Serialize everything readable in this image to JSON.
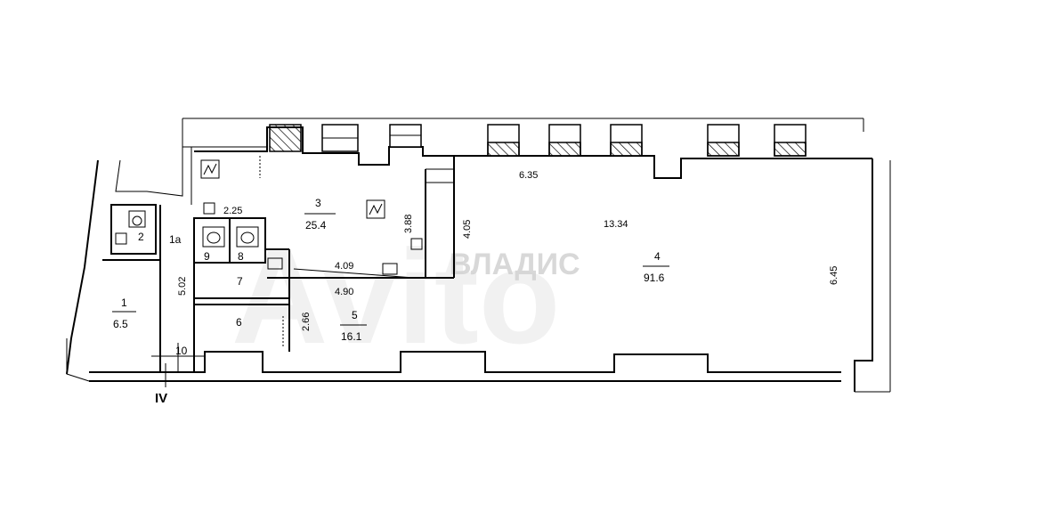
{
  "watermark": {
    "brand": "Avito",
    "agency": "ВЛАДИС"
  },
  "axis_label": "IV",
  "rooms": [
    {
      "id": "room-1",
      "number": "1",
      "area": "6.5"
    },
    {
      "id": "room-1a",
      "number": "1а"
    },
    {
      "id": "room-2",
      "number": "2"
    },
    {
      "id": "room-3",
      "number": "3",
      "area": "25.4"
    },
    {
      "id": "room-4",
      "number": "4",
      "area": "91.6"
    },
    {
      "id": "room-5",
      "number": "5",
      "area": "16.1"
    },
    {
      "id": "room-6",
      "number": "6"
    },
    {
      "id": "room-7",
      "number": "7"
    },
    {
      "id": "room-8",
      "number": "8"
    },
    {
      "id": "room-9",
      "number": "9"
    },
    {
      "id": "room-10",
      "number": "10"
    }
  ],
  "dimensions": [
    "2.25",
    "3.88",
    "4.05",
    "6.35",
    "13.34",
    "6.45",
    "4.09",
    "4.90",
    "5.02",
    "2.66"
  ],
  "icons": [
    "ventilation-shaft-icon",
    "toilet-icon",
    "sink-icon",
    "column-icon"
  ]
}
